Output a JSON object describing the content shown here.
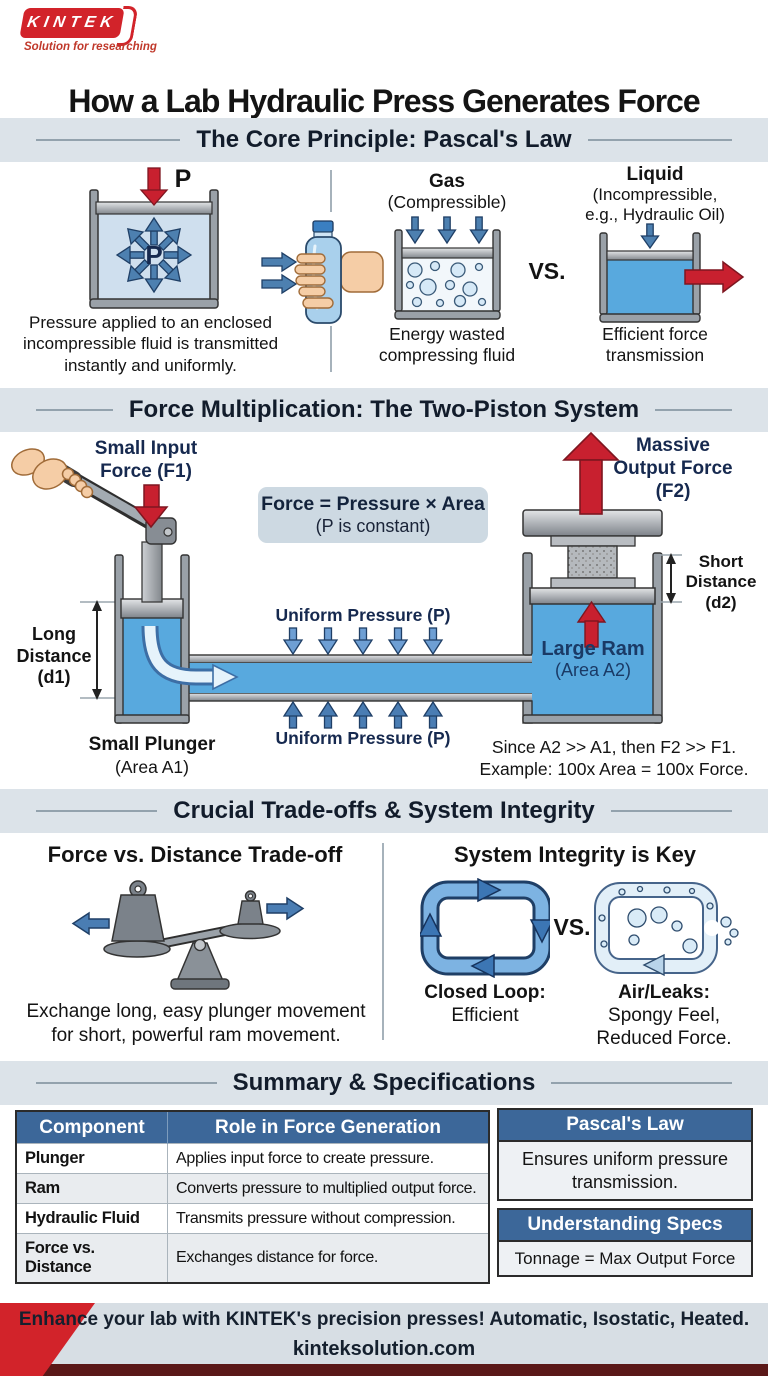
{
  "colors": {
    "accent_red": "#d2232a",
    "navy_label": "#16294f",
    "table_header_blue": "#3c6799",
    "fluid_blue": "#58a9de",
    "section_header_bg": "#dce3e9"
  },
  "header": {
    "logo": "KINTEK",
    "tagline": "Solution for researching",
    "title": "How a Lab Hydraulic Press Generates Force"
  },
  "pascal": {
    "heading": "The Core Principle: Pascal's Law",
    "pressure_top": "P",
    "pressure_center": "P",
    "caption": "Pressure applied to an enclosed incompressible fluid is transmitted instantly and uniformly.",
    "gas_title": "Gas",
    "gas_subtitle": "(Compressible)",
    "gas_caption": "Energy wasted compressing fluid",
    "vs": "VS.",
    "liquid_title": "Liquid",
    "liquid_subtitle": "(Incompressible, e.g., Hydraulic Oil)",
    "liquid_caption": "Efficient force transmission"
  },
  "multiplication": {
    "heading": "Force Multiplication: The Two-Piston System",
    "input_label": "Small Input Force (F1)",
    "formula": "Force = Pressure × Area",
    "formula_note": "(P is constant)",
    "output_label": "Massive Output Force (F2)",
    "long_distance": "Long Distance (d1)",
    "plunger_title": "Small Plunger",
    "plunger_sub": "(Area A1)",
    "uniform_pressure_top": "Uniform Pressure (P)",
    "uniform_pressure_bottom": "Uniform Pressure (P)",
    "ram_title": "Large Ram",
    "ram_sub": "(Area A2)",
    "short_distance": "Short Distance (d2)",
    "note_line1": "Since A2 >> A1, then F2 >> F1.",
    "note_line2": "Example: 100x Area = 100x Force."
  },
  "tradeoffs": {
    "heading": "Crucial Trade-offs & System Integrity",
    "left_title": "Force vs. Distance Trade-off",
    "left_caption": "Exchange long, easy plunger movement for short, powerful ram movement.",
    "right_title": "System Integrity is Key",
    "vs": "VS.",
    "closed_title": "Closed Loop:",
    "closed_sub": "Efficient",
    "leaks_title": "Air/Leaks:",
    "leaks_sub1": "Spongy Feel,",
    "leaks_sub2": "Reduced Force."
  },
  "summary": {
    "heading": "Summary & Specifications",
    "table": {
      "headers": [
        "Component",
        "Role in Force Generation"
      ],
      "rows": [
        [
          "Plunger",
          "Applies input force to create pressure."
        ],
        [
          "Ram",
          "Converts pressure to multiplied output force."
        ],
        [
          "Hydraulic Fluid",
          "Transmits pressure without compression."
        ],
        [
          "Force vs. Distance",
          "Exchanges distance for force."
        ]
      ]
    },
    "pascal_box_title": "Pascal's Law",
    "pascal_box_body": "Ensures uniform pressure transmission.",
    "specs_box_title": "Understanding Specs",
    "specs_box_body": "Tonnage = Max Output Force"
  },
  "footer": {
    "line1": "Enhance your lab with KINTEK's precision presses! Automatic, Isostatic, Heated.",
    "line2": "kinteksolution.com"
  }
}
